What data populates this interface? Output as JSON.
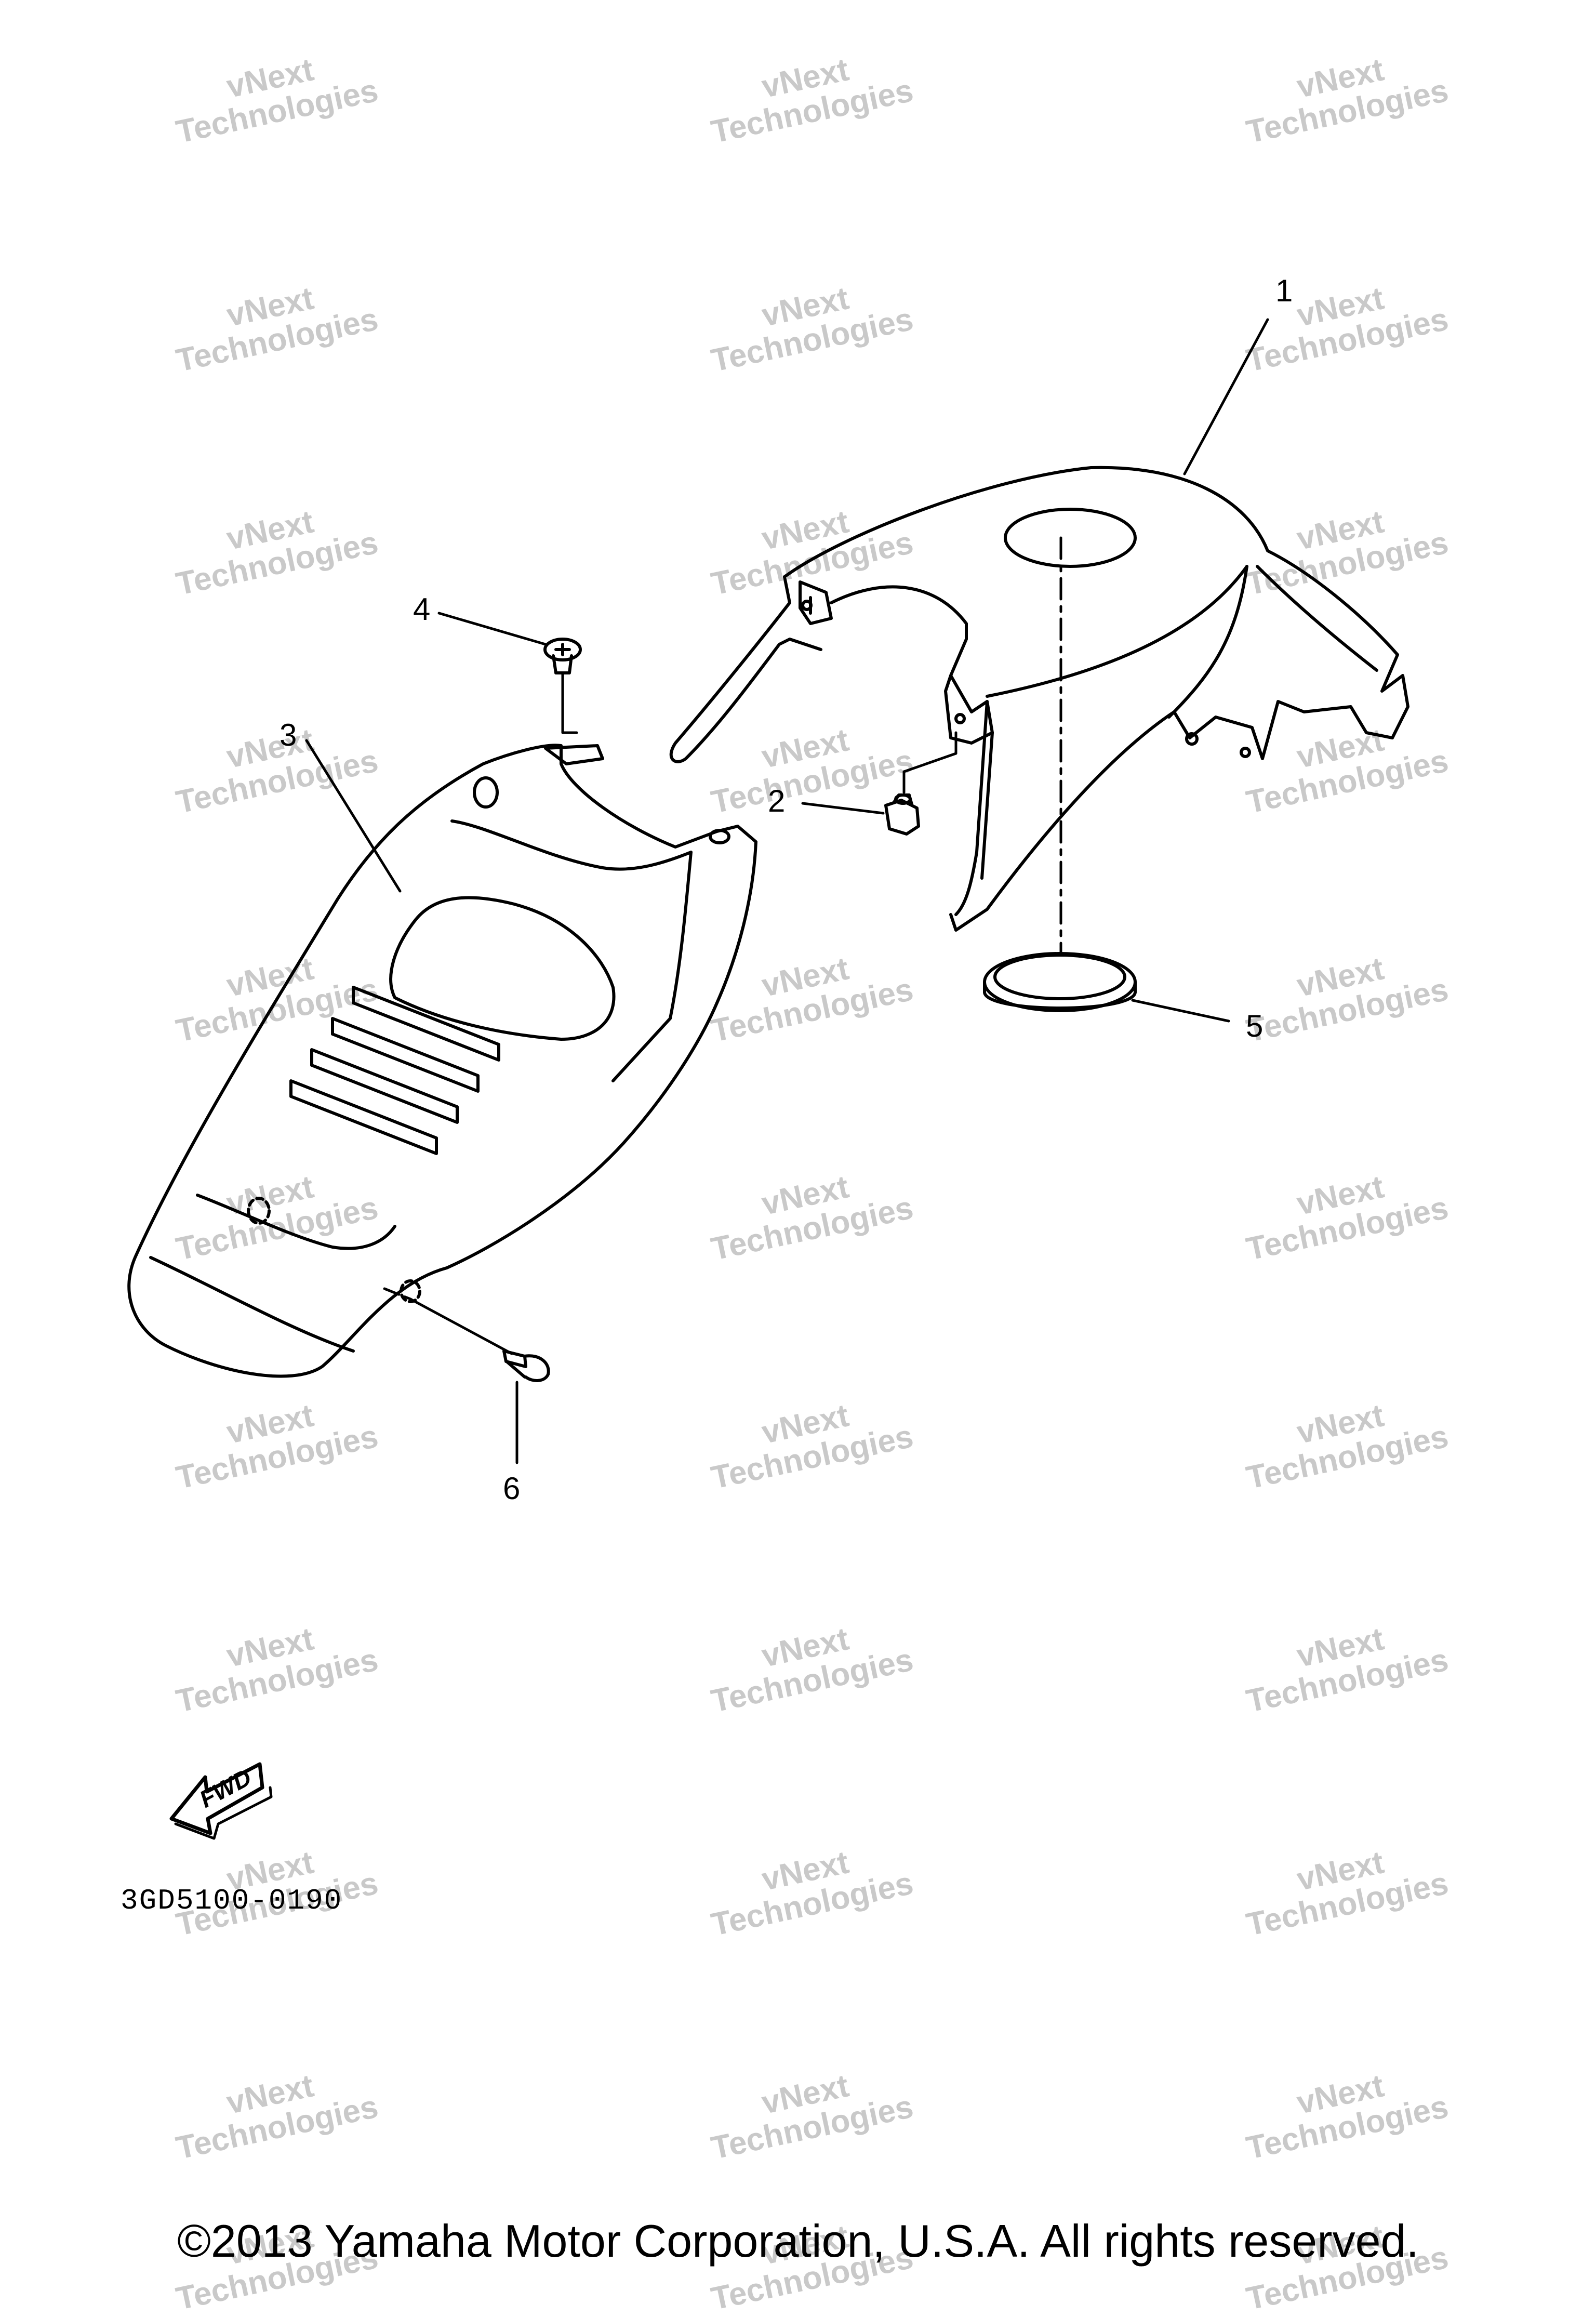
{
  "watermark": {
    "line1": "vNext",
    "line2": "Technologies"
  },
  "callouts": [
    "1",
    "2",
    "3",
    "4",
    "5",
    "6"
  ],
  "fwd_label": "FWD",
  "drawing_code": "3GD5100-0190",
  "copyright": "©2013 Yamaha Motor Corporation, U.S.A. All rights reserved."
}
